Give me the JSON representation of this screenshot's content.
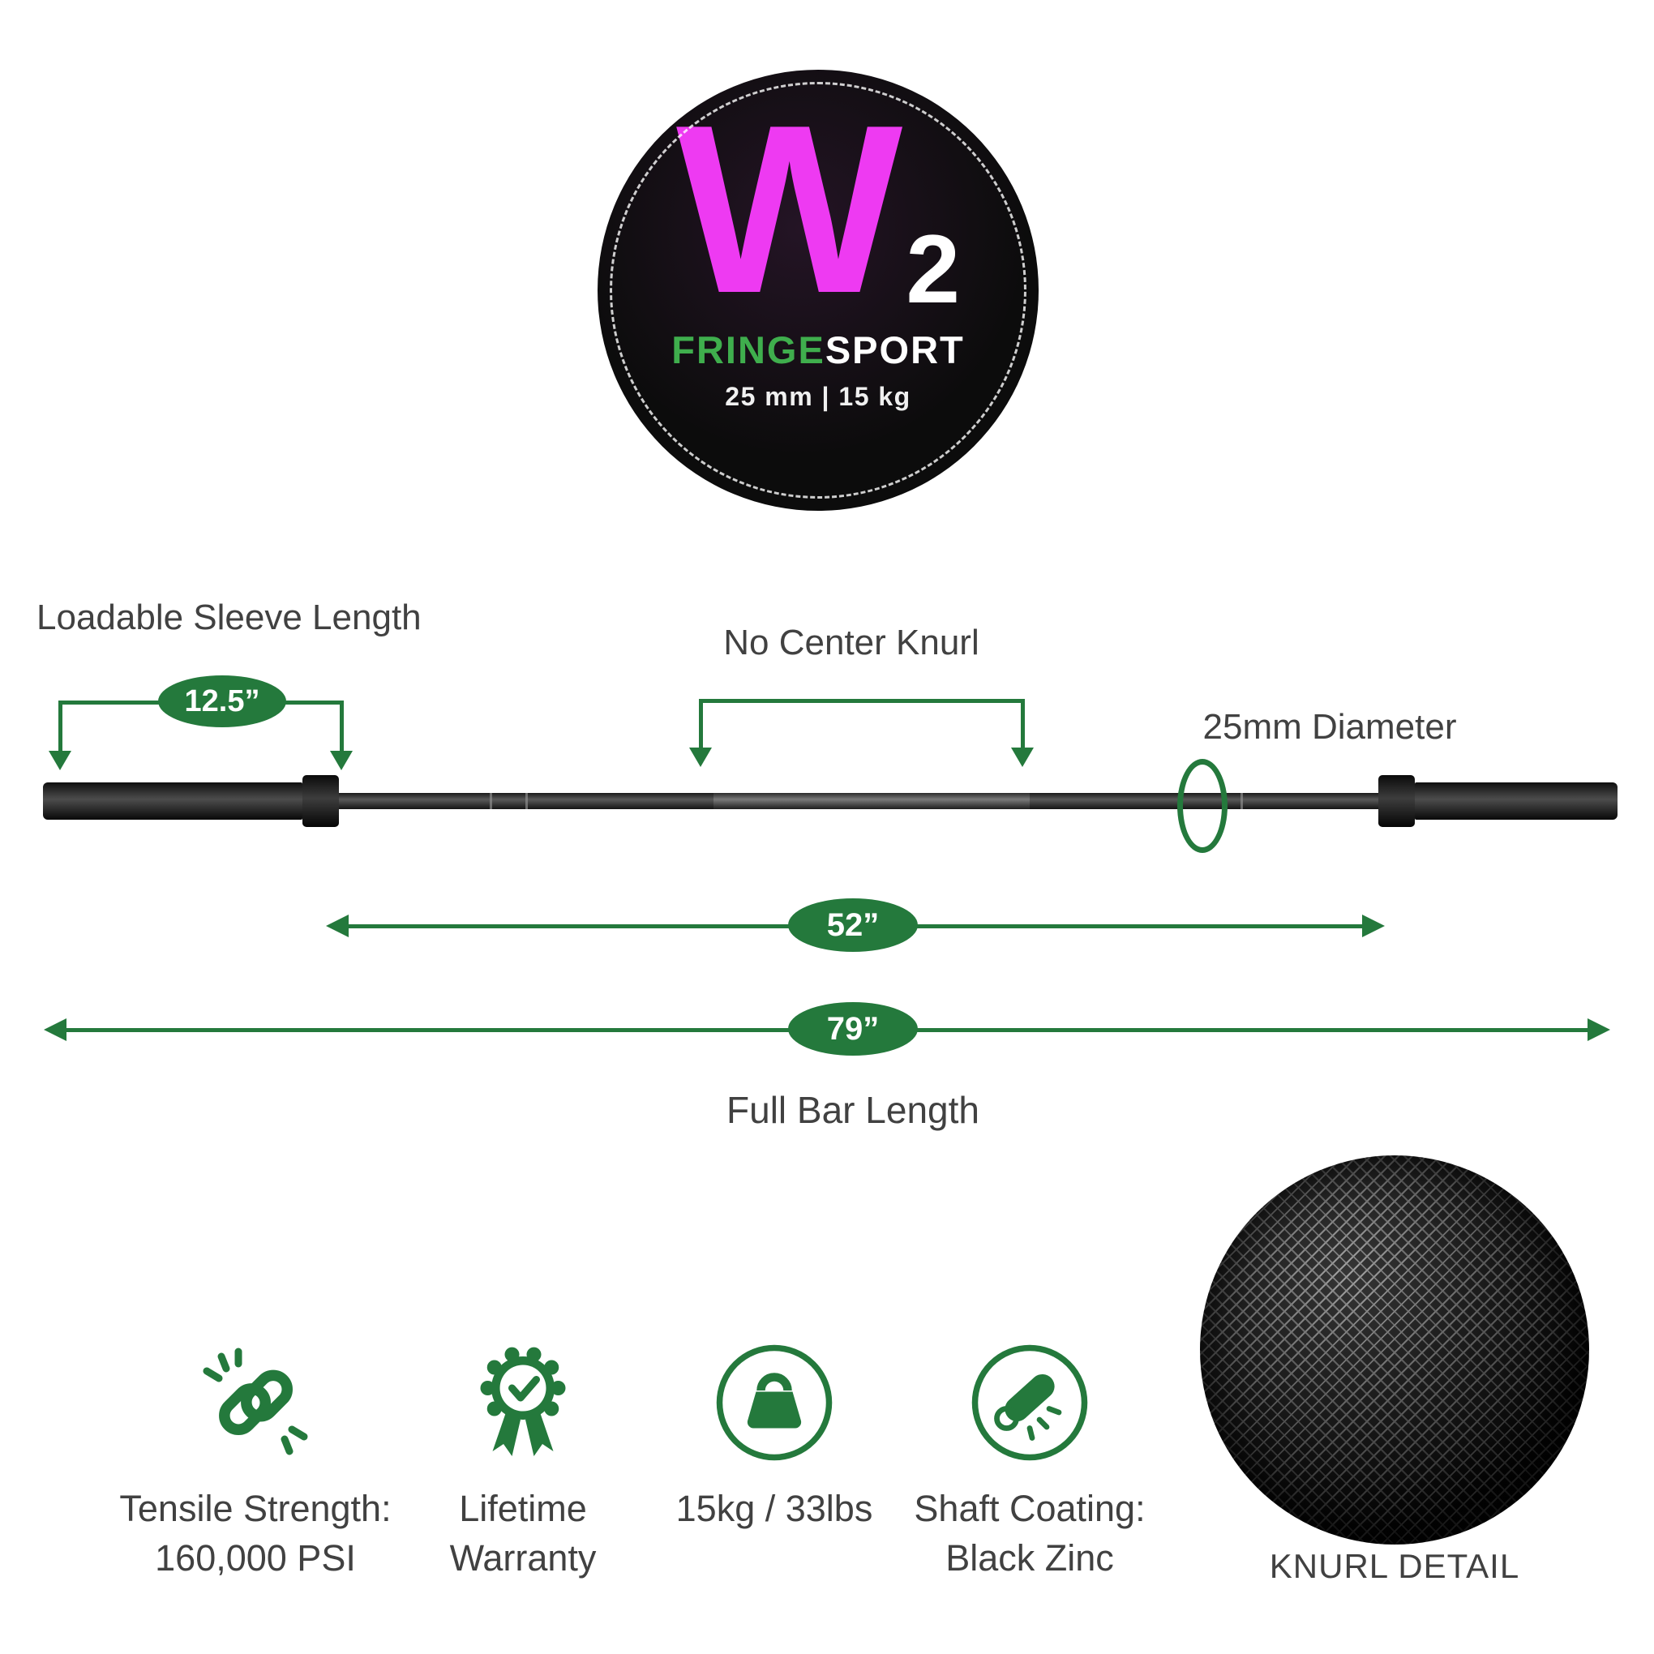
{
  "logo": {
    "letter": "W",
    "number": "2",
    "brand_green": "FRINGE",
    "brand_white": "SPORT",
    "spec": "25 mm | 15 kg"
  },
  "diagram": {
    "loadable_sleeve_label": "Loadable Sleeve Length",
    "loadable_sleeve_value": "12.5”",
    "no_center_knurl_label": "No Center Knurl",
    "diameter_label": "25mm Diameter",
    "shaft_length_value": "52”",
    "full_length_value": "79”",
    "full_length_label": "Full Bar Length"
  },
  "features": [
    {
      "icon": "chain-link-icon",
      "lines": [
        "Tensile Strength:",
        "160,000 PSI"
      ]
    },
    {
      "icon": "warranty-ribbon-icon",
      "lines": [
        "Lifetime",
        "Warranty"
      ]
    },
    {
      "icon": "weight-icon",
      "lines": [
        "15kg / 33lbs"
      ]
    },
    {
      "icon": "shaft-roller-icon",
      "lines": [
        "Shaft Coating:",
        "Black Zinc"
      ]
    }
  ],
  "knurl_detail_label": "KNURL DETAIL",
  "colors": {
    "green": "#24793c",
    "magenta": "#ee3af2",
    "brand_green": "#3fae4d",
    "bar_black": "#1a1a1a",
    "text": "#414141"
  }
}
